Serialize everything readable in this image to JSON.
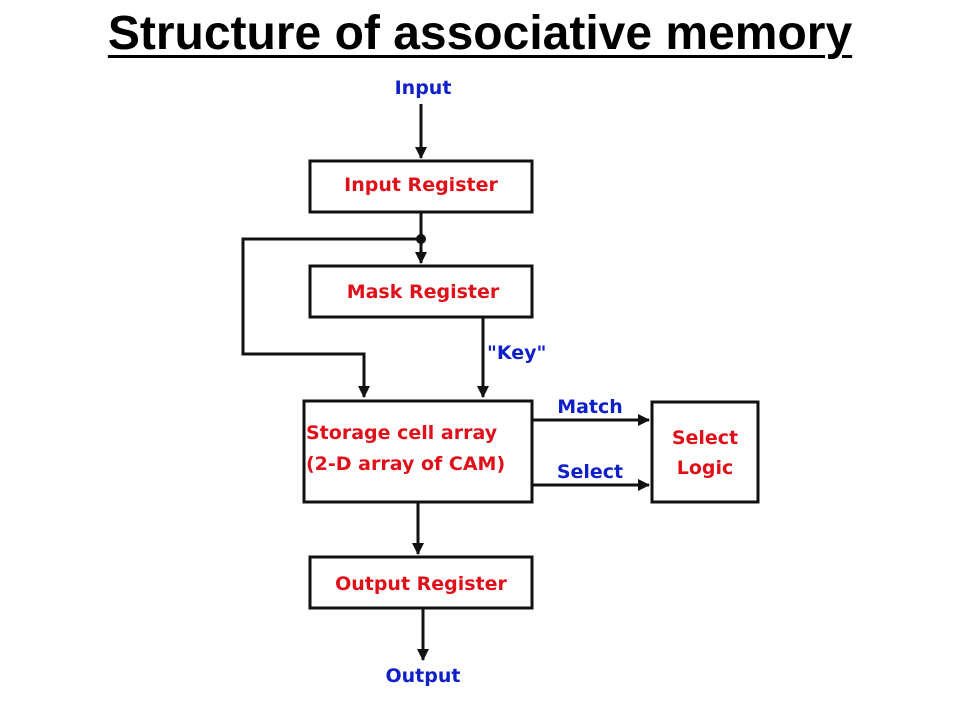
{
  "title": "Structure of associative memory",
  "labels": {
    "input": "Input",
    "key": "\"Key\"",
    "match": "Match",
    "select": "Select",
    "output": "Output"
  },
  "blocks": {
    "input_register": "Input Register",
    "mask_register": "Mask Register",
    "storage_line1": "Storage cell array",
    "storage_line2": "(2-D array of CAM)",
    "select_logic_line1": "Select",
    "select_logic_line2": "Logic",
    "output_register": "Output Register"
  },
  "colors": {
    "block_text": "#e0101a",
    "signal_text": "#1020c8",
    "lines": "#111111"
  }
}
